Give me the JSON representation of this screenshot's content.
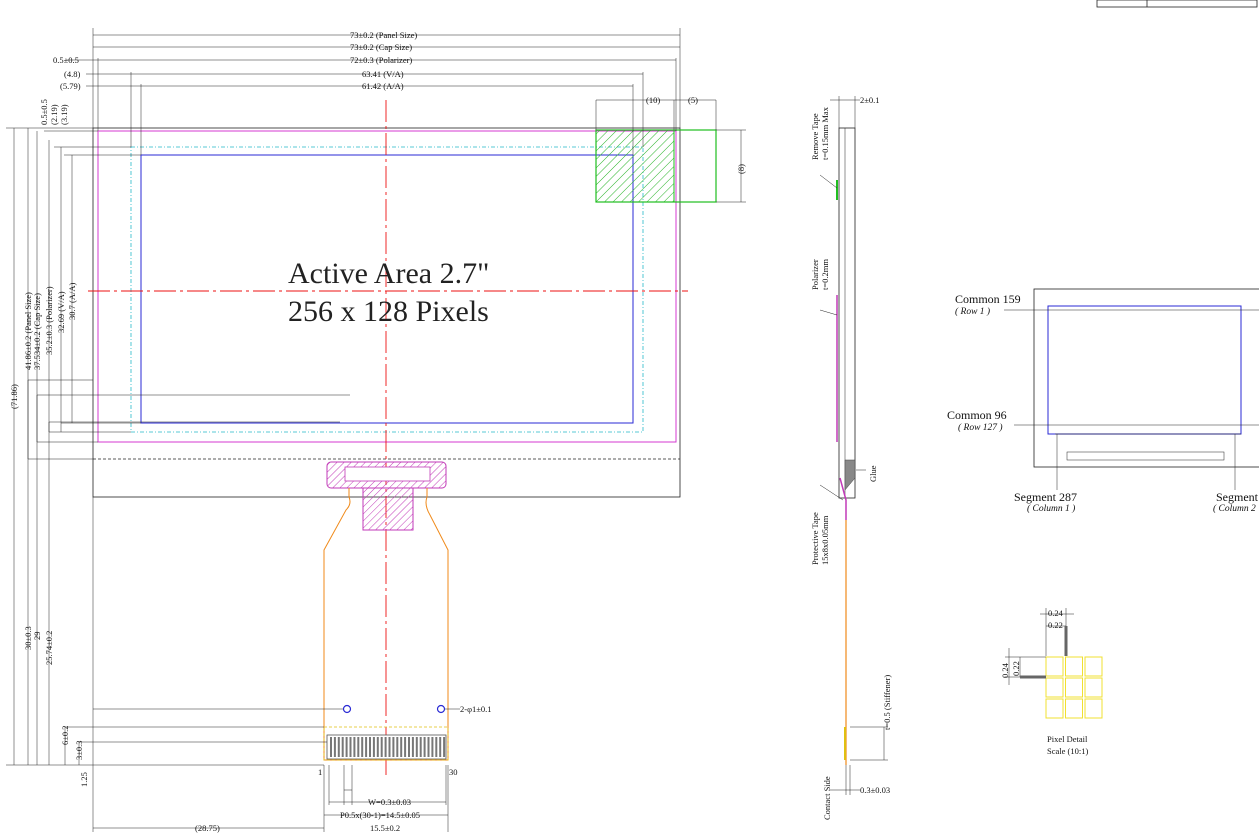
{
  "front_view": {
    "top_dims": {
      "panel_size": "73±0.2 (Panel Size)",
      "cap_size": "73±0.2 (Cap Size)",
      "polarizer": "72±0.3 (Polarizer)",
      "va": "63.41 (V/A)",
      "aa": "61.42 (A/A)",
      "offset_05": "0.5±0.5",
      "offset_48": "(4.8)",
      "offset_579": "(5.79)",
      "dim_10": "(10)",
      "dim_5": "(5)",
      "dim_8": "(8)"
    },
    "left_dims": {
      "top_05": "0.5±0.5",
      "top_219": "(2.19)",
      "top_319": "(3.19)",
      "total": "(71.86)",
      "panel_size": "41.86±0.2 (Panel Size)",
      "cap_size": "37.534±0.2 (Cap Size)",
      "polarizer": "35.2±0.3 (Polarizer)",
      "va": "32.69 (V/A)",
      "aa": "30.7 (A/A)",
      "fpc_30": "30±0.3",
      "fpc_29": "29",
      "fpc_2574": "25.74±0.2",
      "fpc_6": "6±0.2",
      "fpc_3": "3±0.3",
      "fpc_125": "1.25"
    },
    "active_area_line1": "Active Area 2.7\"",
    "active_area_line2": "256 x 128 Pixels",
    "bottom_dims": {
      "pin_1": "1",
      "pin_30": "30",
      "hole": "2-φ1±0.1",
      "w": "W=0.3±0.03",
      "pitch": "P0.5x(30-1)=14.5±0.05",
      "fpc_width": "15.5±0.2",
      "offset": "(28.75)"
    }
  },
  "side_view": {
    "thickness": "2±0.1",
    "remove_tape_1": "Remove Tape",
    "remove_tape_2": "t=0.15mm Max",
    "polarizer_1": "Polarizer",
    "polarizer_2": "t=0.2mm",
    "glue": "Glue",
    "protective_1": "Protective Tape",
    "protective_2": "15x8x0.05mm",
    "stiffener": "t=0.5 (Stiffener)",
    "contact_side": "Contact Side",
    "fpc_thick": "0.3±0.03"
  },
  "map_view": {
    "com159": "Common 159",
    "row1": "( Row 1 )",
    "com96": "Common 96",
    "row127": "( Row 127 )",
    "seg287": "Segment 287",
    "col1": "( Column 1 )",
    "seg_right": "Segment",
    "col_right": "( Column 2"
  },
  "pixel_detail": {
    "d024": "0.24",
    "d022": "0.22",
    "d024v": "0.24",
    "d022v": "0.22",
    "title": "Pixel Detail",
    "scale": "Scale (10:1)"
  }
}
